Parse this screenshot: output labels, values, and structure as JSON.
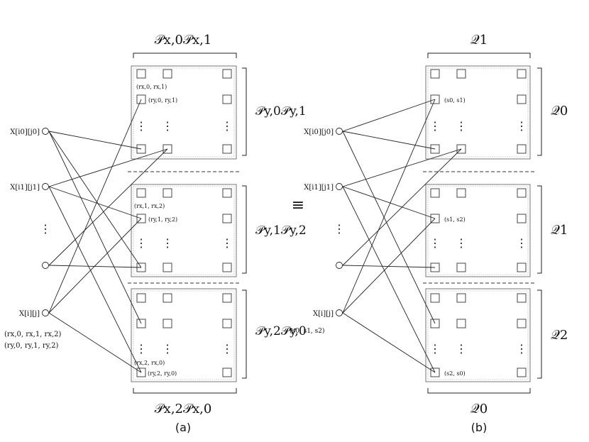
{
  "equiv_symbol": "≡",
  "panel_a": {
    "caption": "(a)",
    "top_label": "𝒫x,0𝒫x,1",
    "bottom_label": "𝒫x,2𝒫x,0",
    "side_labels": [
      "𝒫y,0𝒫y,1",
      "𝒫y,1𝒫y,2",
      "𝒫y,2𝒫y,0"
    ],
    "node_labels": [
      "X[i0][j0]",
      "X[i1][j1]",
      "⋮",
      "",
      "X[i][j]"
    ],
    "tuple_line1": "(rx,0, rx,1, rx,2)",
    "tuple_line2": "(ry,0, ry,1, ry,2)",
    "cell_labels": [
      "(rx,0, rx,1)",
      "(ry,0, ry,1)",
      "(rx,1, rx,2)",
      "(ry,1, ry,2)",
      "(rx,2, rx,0)",
      "(ry,2, ry,0)"
    ]
  },
  "panel_b": {
    "caption": "(b)",
    "top_label": "𝒬1",
    "bottom_label": "𝒬0",
    "side_labels": [
      "𝒬0",
      "𝒬1",
      "𝒬2"
    ],
    "node_labels": [
      "X[i0][j0]",
      "X[i1][j1]",
      "⋮",
      "",
      "X[i][j]"
    ],
    "node_note": "(s0, s1, s2)",
    "cell_labels": [
      "(s0, s1)",
      "(s1, s2)",
      "(s2, s0)"
    ]
  }
}
